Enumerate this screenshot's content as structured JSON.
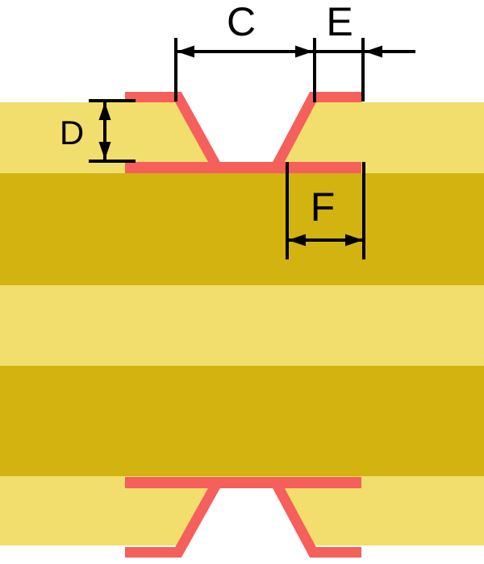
{
  "diagram": {
    "labels": {
      "c": "C",
      "e": "E",
      "d": "D",
      "f": "F"
    },
    "colors": {
      "background": "#FFFFFF",
      "substrate_light": "#F2DE6C",
      "substrate_dark": "#D3B30F",
      "plating": "#F55F5C",
      "dimension": "#000000"
    }
  }
}
